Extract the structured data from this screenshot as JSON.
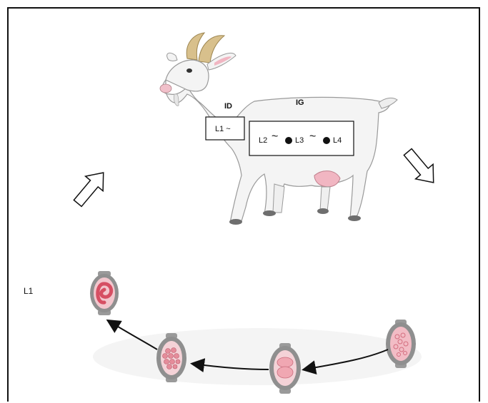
{
  "labels": {
    "id": "ID",
    "ig": "IG",
    "l1_box": "L1 ~",
    "stage_l2": "L2",
    "stage_l3": "L3",
    "stage_l4": "L4",
    "l1_side": "L1"
  },
  "colors": {
    "egg_shell": "#8f8f8f",
    "egg_inner": "#e9a6b0",
    "embryo": "#d64f63",
    "arrow": "#111111"
  }
}
